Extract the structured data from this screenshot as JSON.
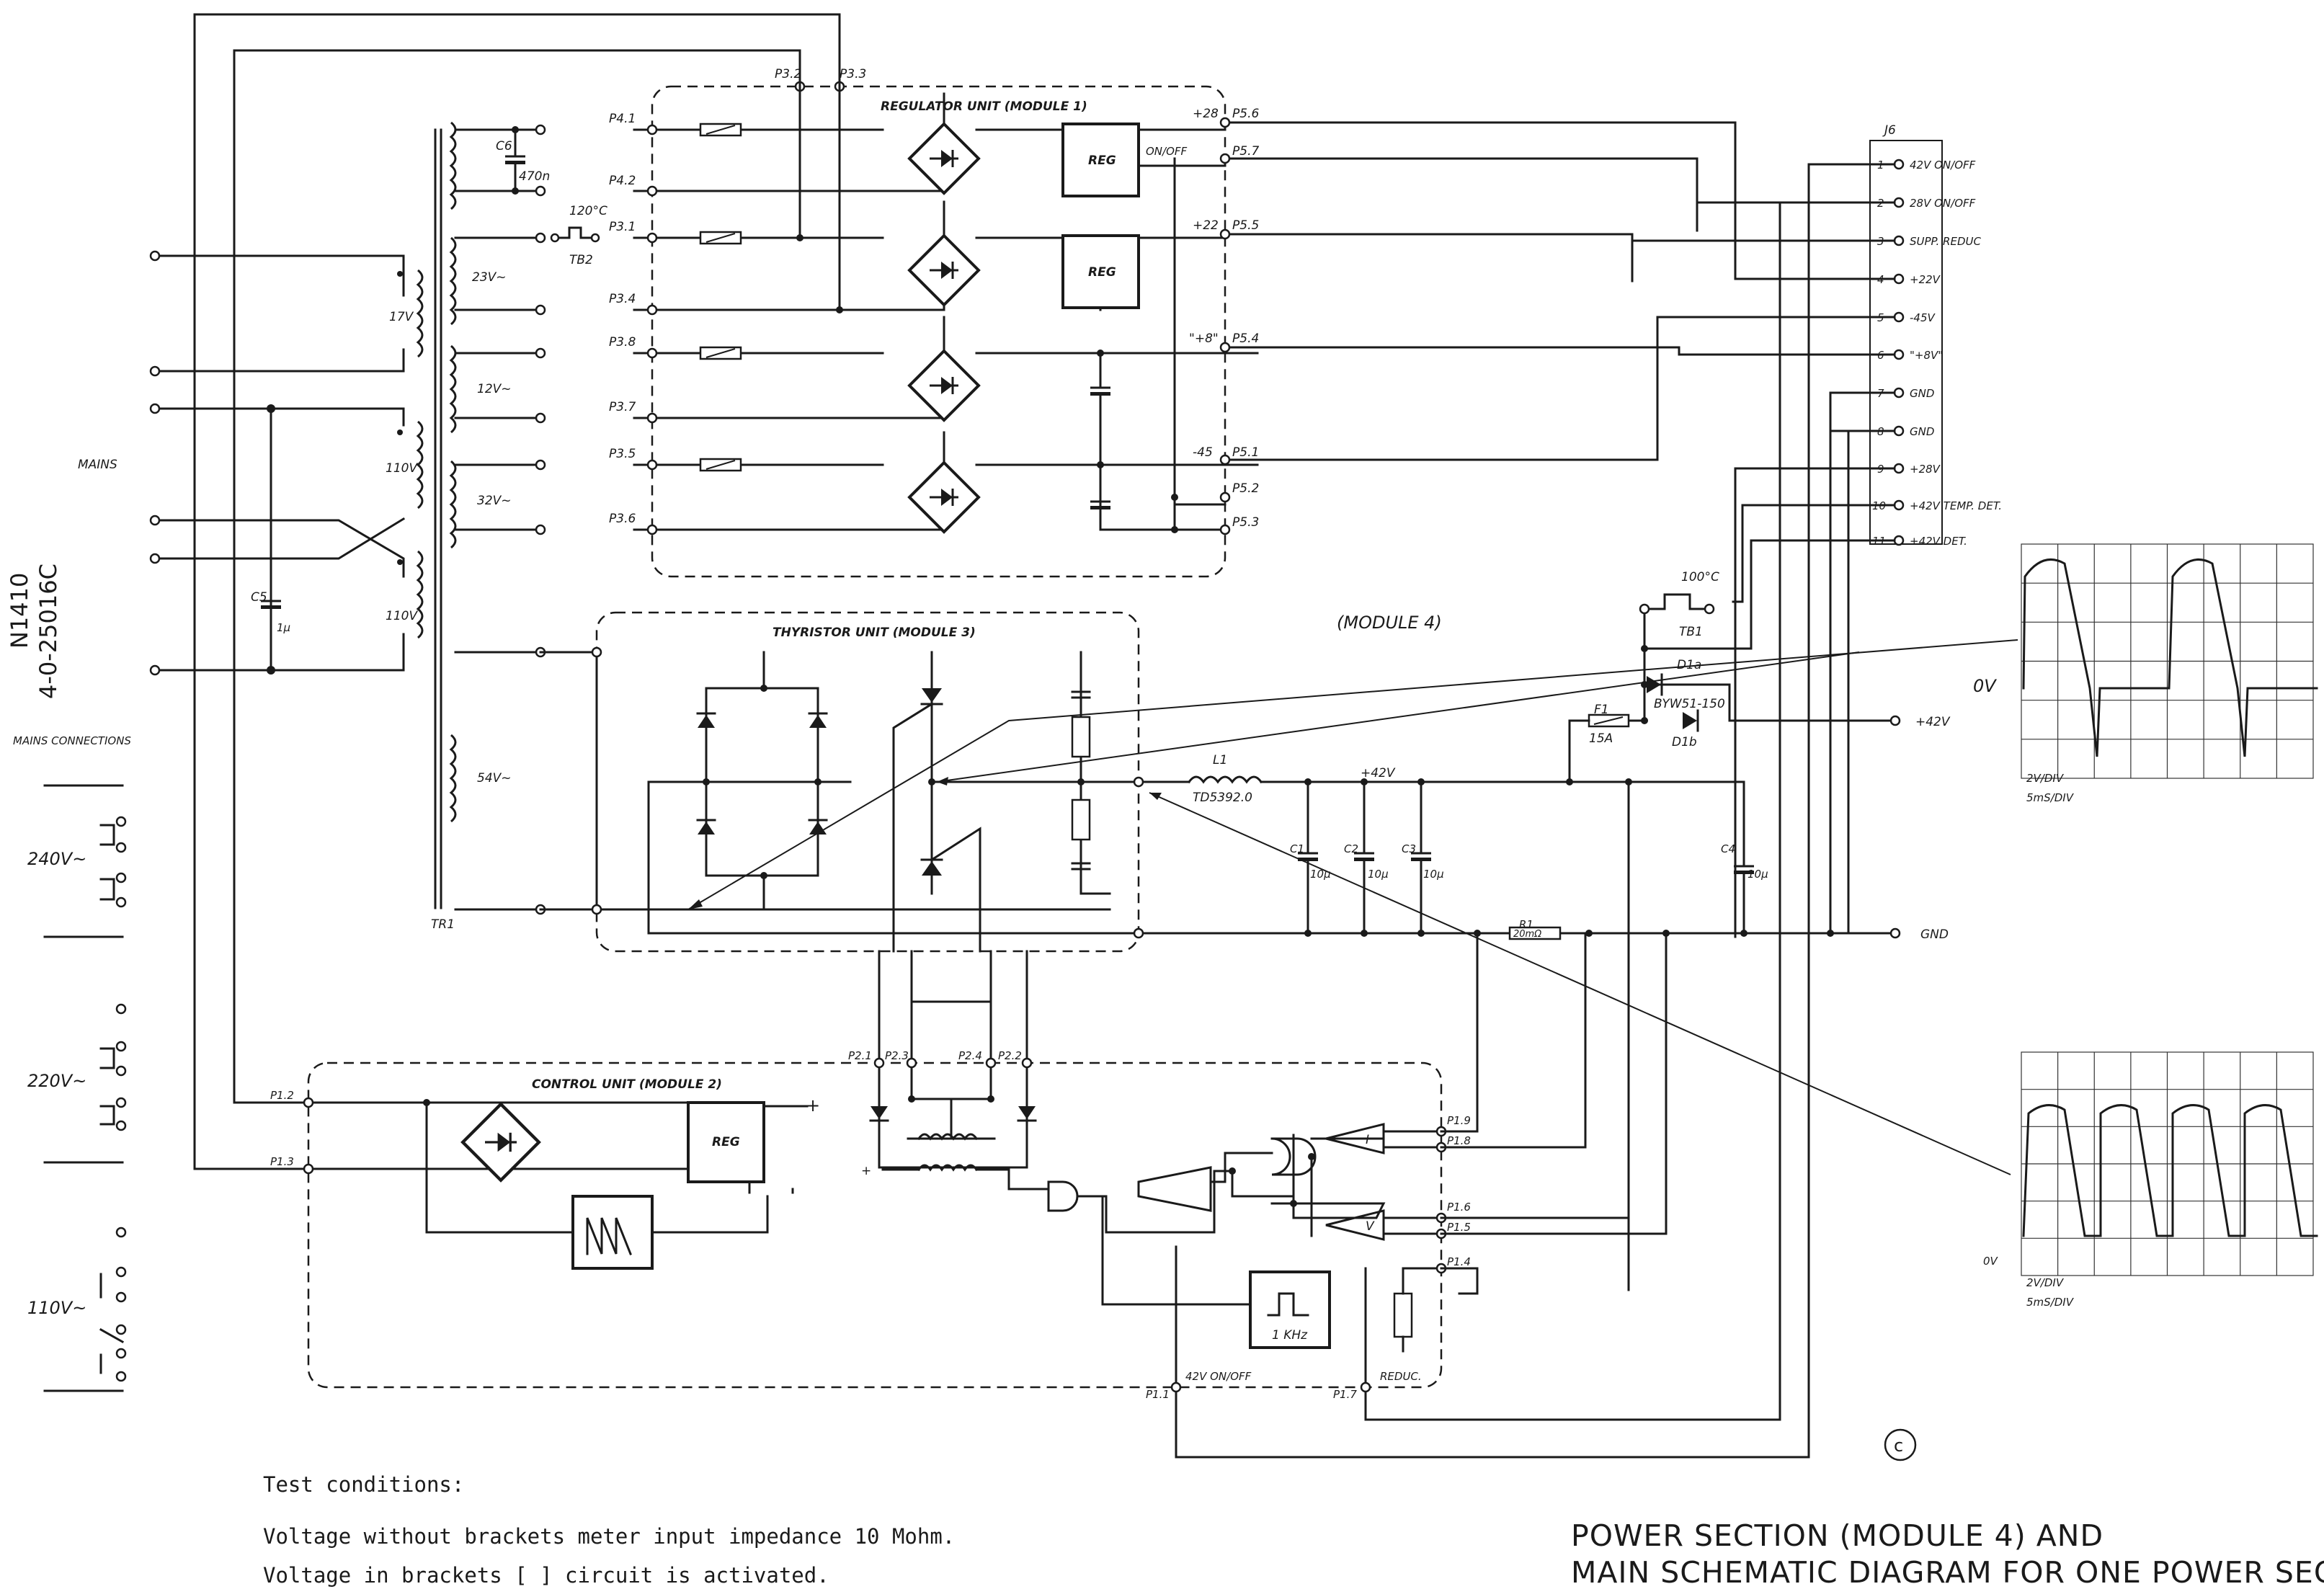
{
  "document": {
    "side_id": {
      "model": "N1410",
      "code": "4-0-25016C"
    },
    "title_lines": [
      "POWER SECTION (MODULE 4) AND",
      "MAIN SCHEMATIC DIAGRAM FOR ONE POWER SECTION"
    ],
    "test_conditions": {
      "heading": "Test conditions:",
      "lines": [
        "Voltage without brackets meter input impedance 10 Mohm.",
        "Voltage in brackets [ ] circuit is activated."
      ]
    },
    "copyright_mark": "©"
  },
  "mains": {
    "label": "MAINS",
    "connections_label": "MAINS CONNECTIONS",
    "options": [
      "240V~",
      "220V~",
      "110V~"
    ]
  },
  "transformer": {
    "label": "TR1",
    "primary_windings": [
      "17V",
      "110V",
      "110V"
    ],
    "secondary_windings": [
      "23V~",
      "12V~",
      "32V~",
      "54V~"
    ]
  },
  "modules": {
    "regulator": "REGULATOR UNIT (MODULE 1)",
    "thyristor": "THYRISTOR UNIT (MODULE 3)",
    "control": "CONTROL UNIT (MODULE 2)",
    "module4": "(MODULE 4)"
  },
  "components": {
    "c6": "C6",
    "c6_value": "470n",
    "tb2": "TB2",
    "tb2_temp": "120°C",
    "c5": "C5",
    "c5_value": "1µ",
    "reg": "REG",
    "on_off": "ON/OFF",
    "l1": "L1",
    "l1_part": "TD5392.0",
    "c1": "C1",
    "c2": "C2",
    "c3": "C3",
    "c4": "C4",
    "cap_value": "10µ",
    "r1": "R1",
    "r1_value": "20mΩ",
    "f1": "F1",
    "f1_value": "15A",
    "d1a": "D1a",
    "d1b": "D1b",
    "diode_part": "BYW51-150",
    "tb1": "TB1",
    "tb1_temp": "100°C",
    "osc": "1 KHz",
    "amp_i": "I",
    "amp_v": "V",
    "reduc": "REDUC.",
    "on_off_42": "42V ON/OFF",
    "plus": "+",
    "minus": "-"
  },
  "rails": {
    "plus28": "+28",
    "plus22": "+22",
    "plus8": "\"+8\"",
    "minus45": "-45",
    "plus42": "+42V",
    "out_42": "+42V",
    "gnd": "GND"
  },
  "pins": {
    "p32": "P3.2",
    "p33": "P3.3",
    "p41": "P4.1",
    "p42": "P4.2",
    "p31": "P3.1",
    "p34": "P3.4",
    "p38": "P3.8",
    "p37": "P3.7",
    "p35": "P3.5",
    "p36": "P3.6",
    "p56": "P5.6",
    "p57": "P5.7",
    "p55": "P5.5",
    "p54": "P5.4",
    "p51": "P5.1",
    "p52": "P5.2",
    "p53": "P5.3",
    "p12": "P1.2",
    "p13": "P1.3",
    "p21": "P2.1",
    "p23": "P2.3",
    "p24": "P2.4",
    "p22": "P2.2",
    "p19": "P1.9",
    "p18": "P1.8",
    "p16": "P1.6",
    "p15": "P1.5",
    "p14": "P1.4",
    "p11": "P1.1",
    "p17": "P1.7"
  },
  "connector": {
    "name": "J6",
    "pins": [
      {
        "num": "1",
        "label": "42V ON/OFF"
      },
      {
        "num": "2",
        "label": "28V ON/OFF"
      },
      {
        "num": "3",
        "label": "SUPP. REDUC"
      },
      {
        "num": "4",
        "label": "+22V"
      },
      {
        "num": "5",
        "label": "-45V"
      },
      {
        "num": "6",
        "label": "\"+8V\""
      },
      {
        "num": "7",
        "label": "GND"
      },
      {
        "num": "8",
        "label": "GND"
      },
      {
        "num": "9",
        "label": "+28V"
      },
      {
        "num": "10",
        "label": "+42V TEMP. DET."
      },
      {
        "num": "11",
        "label": "+42V DET."
      }
    ]
  },
  "oscillograms": [
    {
      "zero_label": "0V",
      "scale": "2V/DIV",
      "time": "5mS/DIV",
      "shape": "sine-with-dip-half-wave"
    },
    {
      "zero_label": "0V",
      "scale": "2V/DIV",
      "time": "5mS/DIV",
      "shape": "full-wave-rectified"
    }
  ]
}
